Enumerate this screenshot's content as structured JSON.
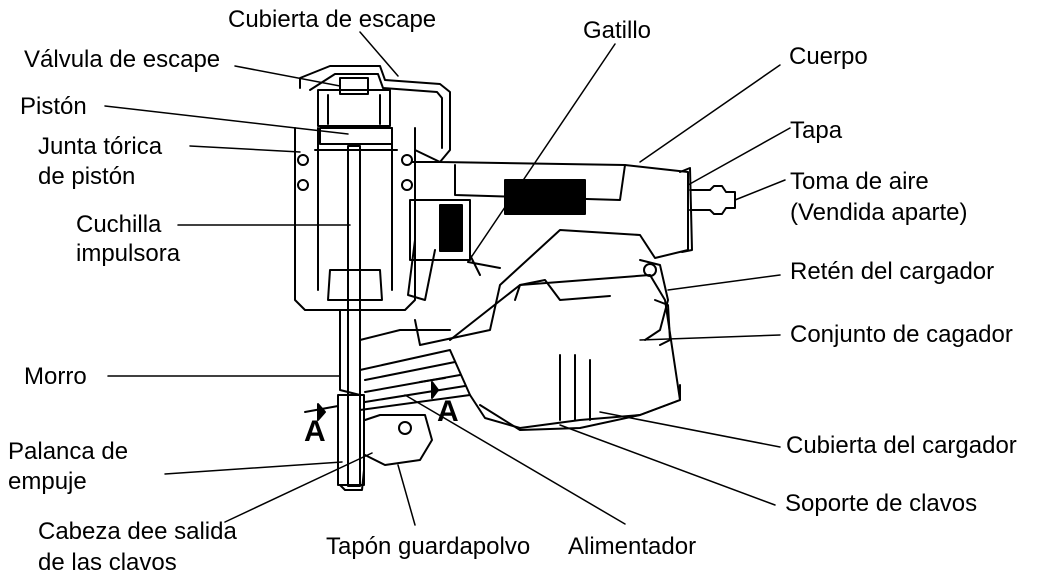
{
  "labels": {
    "cubierta_escape": "Cubierta de escape",
    "gatillo": "Gatillo",
    "cuerpo": "Cuerpo",
    "valvula_escape": "Válvula de escape",
    "piston": "Pistón",
    "tapa": "Tapa",
    "junta_1": "Junta tórica",
    "junta_2": "de pistón",
    "toma_1": "Toma de aire",
    "toma_2": "(Vendida aparte)",
    "cuchilla_1": "Cuchilla",
    "cuchilla_2": "impulsora",
    "reten": "Retén del cargador",
    "conjunto": "Conjunto de cagador",
    "morro": "Morro",
    "cubierta_cargador": "Cubierta del cargador",
    "palanca_1": "Palanca de",
    "palanca_2": "empuje",
    "soporte": "Soporte de clavos",
    "cabeza_1": "Cabeza dee salida",
    "cabeza_2": "de las clavos",
    "tapon": "Tapón guardapolvo",
    "alimentador": "Alimentador",
    "section_a": "A"
  },
  "colors": {
    "ink": "#000000",
    "background": "#ffffff"
  }
}
